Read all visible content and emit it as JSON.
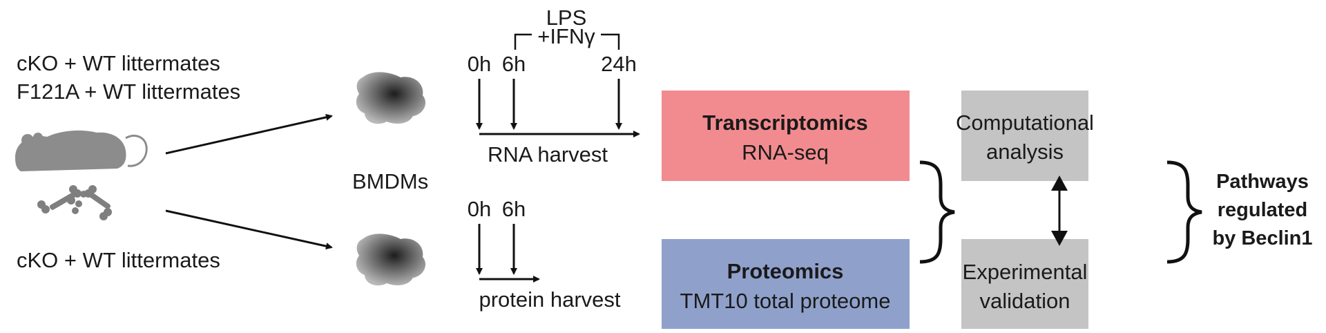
{
  "left": {
    "group1_line1": "cKO + WT littermates",
    "group1_line2": "F121A + WT littermates",
    "group2": "cKO + WT littermates"
  },
  "cells": {
    "label": "BMDMs"
  },
  "treatment": {
    "line1": "LPS",
    "line2": "+IFNγ"
  },
  "rna_timeline": {
    "t0": "0h",
    "t6": "6h",
    "t24": "24h",
    "label": "RNA harvest"
  },
  "protein_timeline": {
    "t0": "0h",
    "t6": "6h",
    "label": "protein harvest"
  },
  "transcriptomics": {
    "title": "Transcriptomics",
    "subtitle": "RNA-seq",
    "color": "#f28b8f"
  },
  "proteomics": {
    "title": "Proteomics",
    "subtitle": "TMT10 total proteome",
    "color": "#8fa1cb"
  },
  "computational": {
    "line1": "Computational",
    "line2": "analysis",
    "color": "#c4c4c4"
  },
  "experimental": {
    "line1": "Experimental",
    "line2": "validation",
    "color": "#c4c4c4"
  },
  "result": {
    "line1": "Pathways",
    "line2": "regulated",
    "line3": "by Beclin1"
  },
  "icons": [
    "mouse-icon",
    "bone-icon",
    "macrophage-icon",
    "brace-icon",
    "double-arrow-icon"
  ]
}
